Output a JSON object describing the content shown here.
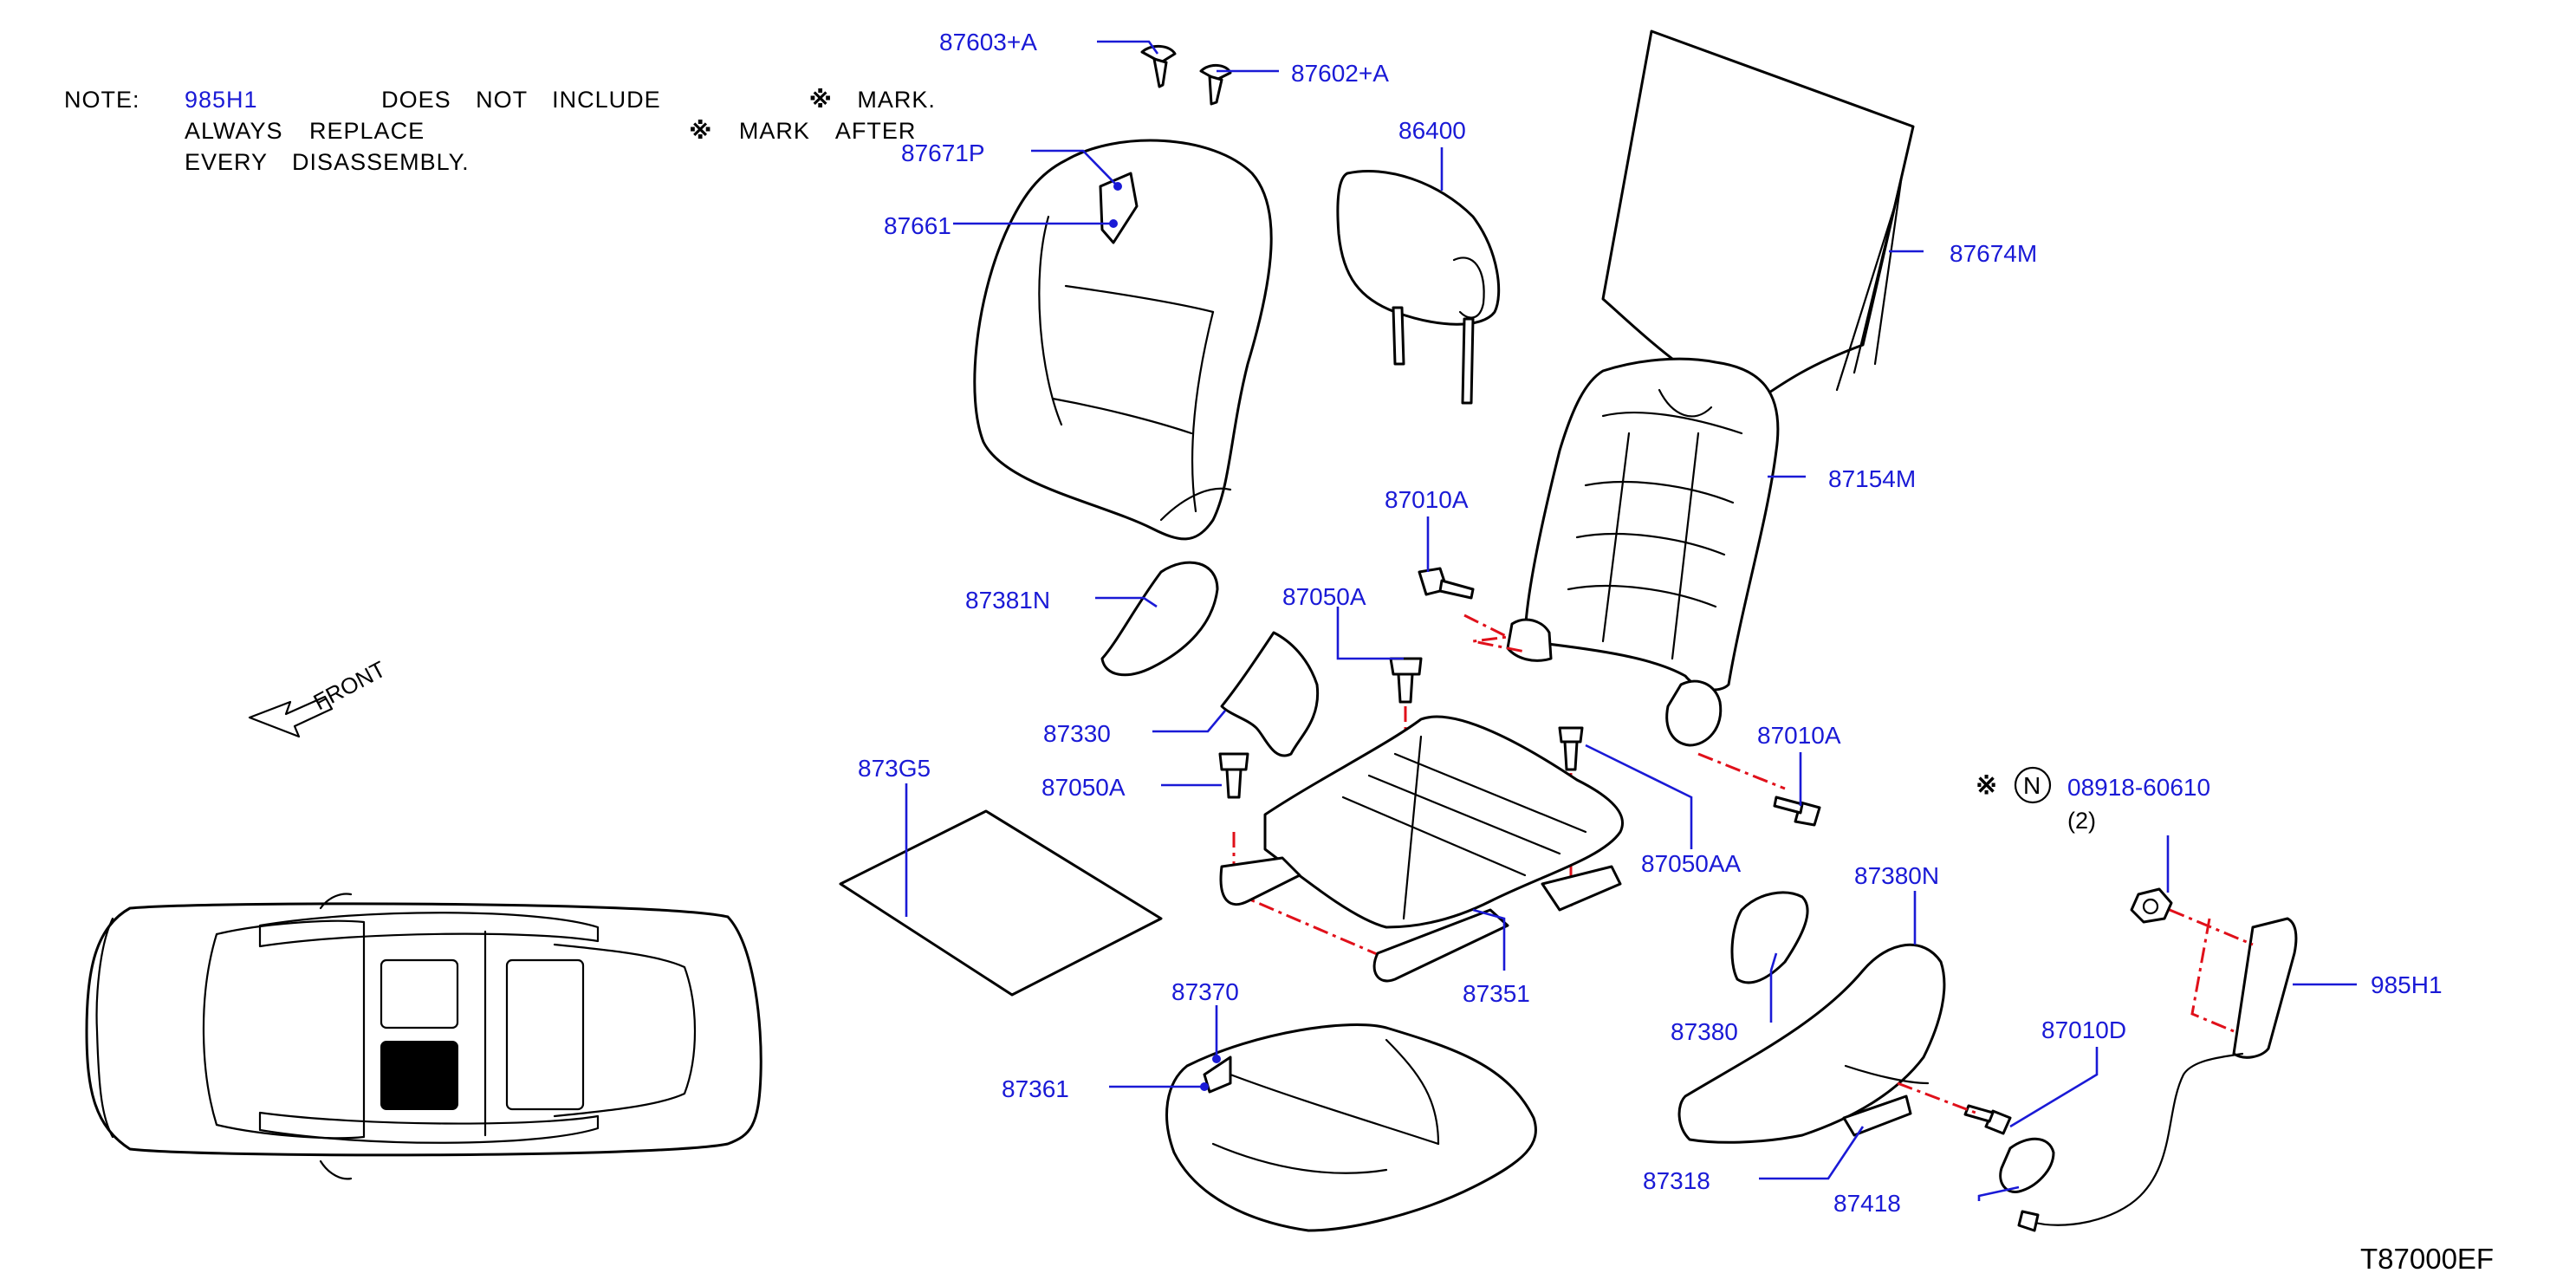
{
  "note": {
    "label": "NOTE:",
    "part_ref": "985H1",
    "line1_text": "DOES NOT INCLUDE",
    "mark_symbol": "※",
    "line1_end": "MARK.",
    "line2_a": "ALWAYS REPLACE",
    "line2_b": "MARK AFTER",
    "line3": "EVERY DISASSEMBLY."
  },
  "front_label": "FRONT",
  "diagram_code": "T87000EF",
  "callouts": {
    "p87603A": "87603+A",
    "p87602A": "87602+A",
    "p86400": "86400",
    "p87674M": "87674M",
    "p87671P": "87671P",
    "p87661": "87661",
    "p87154M": "87154M",
    "p87010A_top": "87010A",
    "p87381N": "87381N",
    "p87050A_mid": "87050A",
    "p87330": "87330",
    "p87010A_right": "87010A",
    "p873G5": "873G5",
    "p87050A_left": "87050A",
    "p87050AA": "87050AA",
    "p08918": "08918-60610",
    "p08918_qty": "(2)",
    "p87380N": "87380N",
    "p87370": "87370",
    "p87351": "87351",
    "p87380": "87380",
    "p985H1": "985H1",
    "p87361": "87361",
    "p87010D": "87010D",
    "p87318": "87318",
    "p87418": "87418"
  },
  "nut_symbol": "N",
  "colors": {
    "callout": "#1a1ad6",
    "hidden_line": "#e0101a",
    "outline": "#000000"
  }
}
